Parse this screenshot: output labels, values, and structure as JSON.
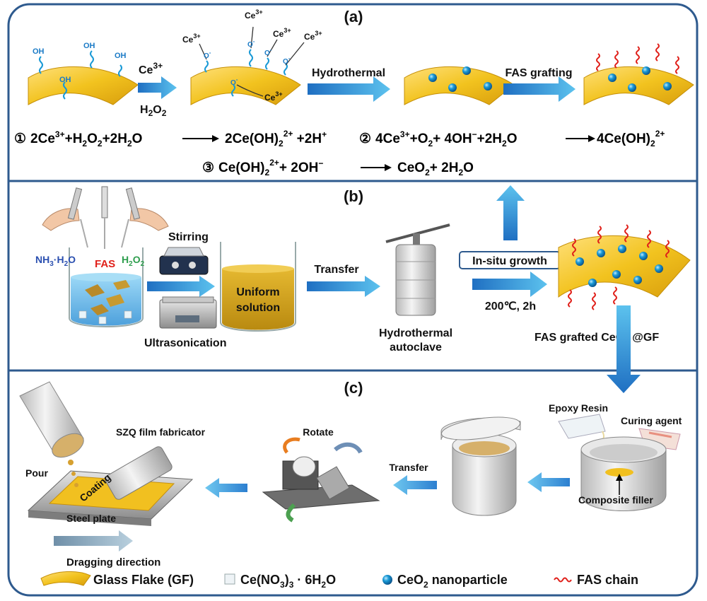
{
  "panels": {
    "a": "(a)",
    "b": "(b)",
    "c": "(c)"
  },
  "panel_a": {
    "oh": "OH",
    "ce3": "Ce",
    "ce3_sup": "3+",
    "o_minus": "O",
    "o_minus_sup": "-",
    "reagent_ce": "Ce",
    "reagent_ce_sup": "3+",
    "reagent_h2o2": "H",
    "reagent_h2o2_sub": "2",
    "reagent_h2o2_o": "O",
    "reagent_h2o2_sub2": "2",
    "hydrothermal": "Hydrothermal",
    "fas_grafting": "FAS grafting"
  },
  "equations": {
    "eq1": {
      "num": "①",
      "lhs": [
        "2Ce",
        "3+",
        "+H",
        "2",
        "O",
        "2",
        "+2H",
        "2",
        "O"
      ],
      "rhs": [
        "2Ce(OH)",
        "2",
        "2+",
        " +2H",
        "+"
      ]
    },
    "eq2": {
      "num": "②",
      "lhs": [
        "4Ce",
        "3+",
        "+O",
        "2",
        "+ 4OH",
        "−",
        "+2H",
        "2",
        "O"
      ],
      "rhs": [
        "4Ce(OH)",
        "2",
        "2+"
      ]
    },
    "eq3": {
      "num": "③",
      "lhs": [
        "Ce(OH)",
        "2",
        "2+",
        "+ 2OH",
        "−"
      ],
      "rhs": [
        "CeO",
        "2",
        "+ 2H",
        "2",
        "O"
      ]
    }
  },
  "panel_b": {
    "nh3": "NH",
    "nh3_sub": "3",
    "nh3_rest": "·H",
    "nh3_sub2": "2",
    "nh3_o": "O",
    "fas": "FAS",
    "h2o2": "H",
    "h2o2_sub": "2",
    "h2o2_o": "O",
    "h2o2_sub2": "2",
    "stirring": "Stirring",
    "ultrasonication": "Ultrasonication",
    "uniform": "Uniform",
    "solution": "solution",
    "transfer": "Transfer",
    "hydrothermal": "Hydrothermal",
    "autoclave": "autoclave",
    "insitu": "In-situ growth",
    "condition": "200℃, 2h",
    "product": "FAS grafted CeO",
    "product_sub": "2",
    "product_rest": " @GF"
  },
  "panel_c": {
    "pour": "Pour",
    "szq": "SZQ film fabricator",
    "coating": "Coating",
    "steel_plate": "Steel plate",
    "dragging": "Dragging direction",
    "rotate": "Rotate",
    "transfer": "Transfer",
    "epoxy": "Epoxy Resin",
    "curing": "Curing agent",
    "composite": "Composite filler"
  },
  "legend": {
    "gf": "Glass Flake (GF)",
    "cenitrate": "Ce(NO",
    "cenitrate_sub": "3",
    "cenitrate_rest": ")",
    "cenitrate_sub2": "3",
    "cenitrate_tail": " · 6H",
    "cenitrate_sub3": "2",
    "cenitrate_end": "O",
    "ceo2": "CeO",
    "ceo2_sub": "2",
    "ceo2_rest": " nanoparticle",
    "fas": "FAS chain"
  },
  "colors": {
    "frame": "#2e5a8e",
    "flake": "#f0c020",
    "arrow": "#3a8fd6",
    "nanoparticle": "#1a9ad6",
    "fas_chain": "#e0201a",
    "water": "#5ab4e8"
  }
}
